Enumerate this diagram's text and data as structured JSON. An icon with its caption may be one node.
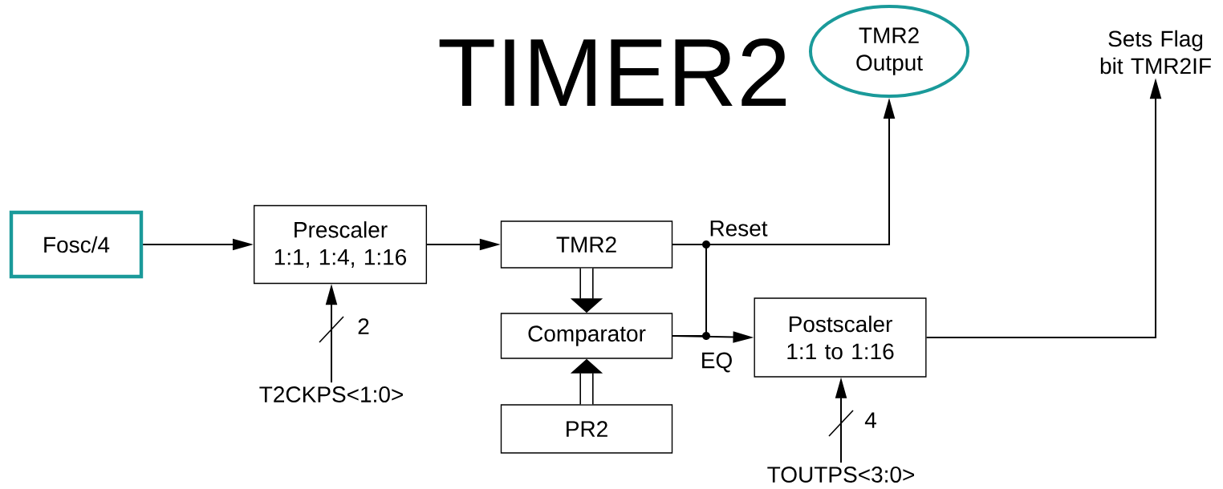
{
  "diagram": {
    "title": "TIMER2",
    "nodes": [
      {
        "text": [
          "Fosc/4"
        ]
      },
      {
        "text": [
          "Prescaler",
          "1:1, 1:4, 1:16"
        ]
      },
      {
        "text": [
          "TMR2"
        ]
      },
      {
        "text": [
          "Comparator"
        ]
      },
      {
        "text": [
          "PR2"
        ]
      },
      {
        "text": [
          "Postscaler",
          "1:1 to 1:16"
        ]
      },
      {
        "text": [
          "TMR2 Output"
        ]
      },
      {
        "text": [
          "Sets Flag bit TMR2IF"
        ]
      },
      {
        "text": [
          "T2CKPS<1:0>"
        ]
      },
      {
        "text": [
          "TOUTPS<3:0>"
        ]
      }
    ],
    "edges": [
      {
        "from": 0,
        "to": 1,
        "arrow": "to"
      },
      {
        "from": 1,
        "to": 2,
        "arrow": "to"
      },
      {
        "from": 2,
        "to": 6,
        "arrow": "to",
        "label": "Reset"
      },
      {
        "from": 3,
        "to": 5,
        "arrow": "to",
        "label": "EQ"
      },
      {
        "from": 3,
        "to": 2,
        "arrow": "none"
      },
      {
        "from": 2,
        "to": 3,
        "arrow": "to",
        "style": "thick"
      },
      {
        "from": 4,
        "to": 3,
        "arrow": "to",
        "style": "thick"
      },
      {
        "from": 5,
        "to": 7,
        "arrow": "to"
      },
      {
        "from": 8,
        "to": 1,
        "arrow": "to",
        "label": "2"
      },
      {
        "from": 9,
        "to": 5,
        "arrow": "to",
        "label": "4"
      }
    ]
  }
}
